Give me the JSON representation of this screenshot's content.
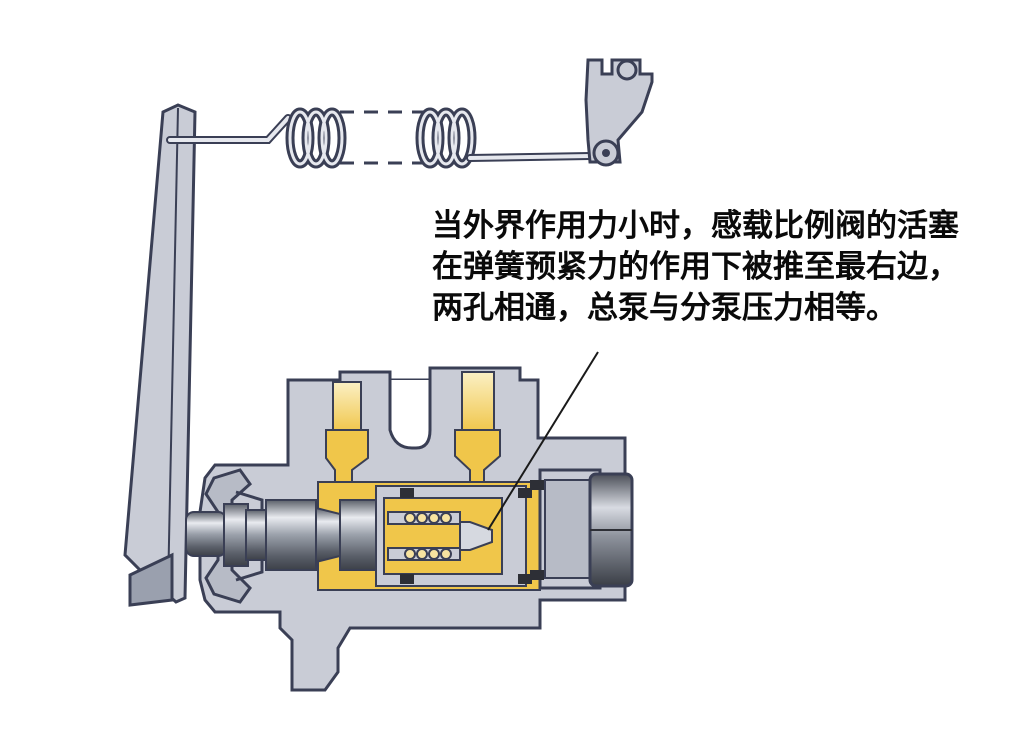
{
  "annotation": {
    "lines": [
      "当外界作用力小时，感载比例阀的活塞",
      "在弹簧预紧力的作用下被推至最右边，",
      "两孔相通，总泵与分泵压力相等。"
    ]
  },
  "colors": {
    "body": "#c9ccd6",
    "outline": "#3a3f55",
    "fluid": "#f0c64a",
    "fluid_light": "#f7e3a0",
    "metal_dark": "#555a64",
    "seal": "#2d2f36"
  }
}
